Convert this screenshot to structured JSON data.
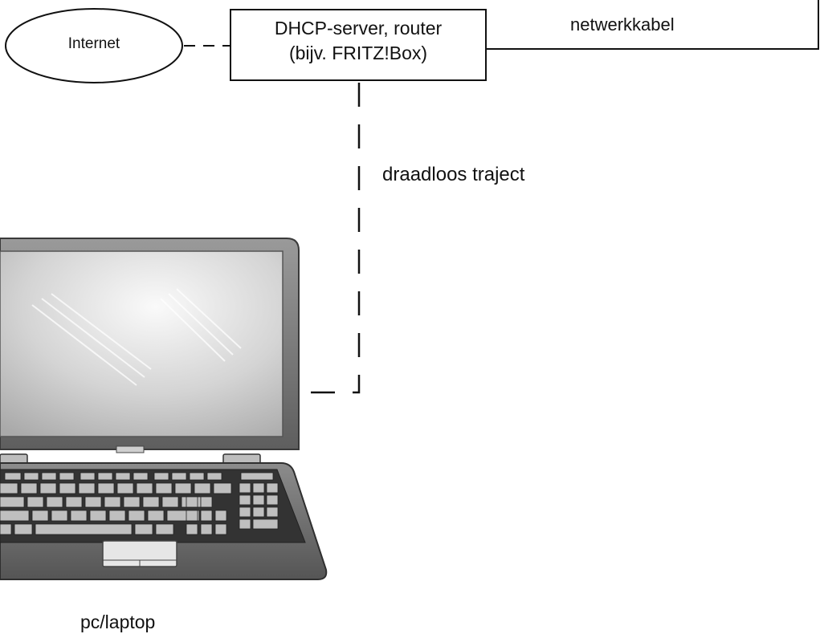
{
  "nodes": {
    "internet": {
      "label": "Internet"
    },
    "router": {
      "line1": "DHCP-server, router",
      "line2": "(bijv. FRITZ!Box)"
    },
    "laptop": {
      "label": "pc/laptop"
    }
  },
  "connections": {
    "cable": {
      "label": "netwerkkabel",
      "style": "solid"
    },
    "wireless": {
      "label": "draadloos traject",
      "style": "dashed"
    },
    "internet_link": {
      "style": "dashed"
    }
  },
  "colors": {
    "line": "#111111",
    "laptop_body": "#6b6b6b",
    "screen": "#d8d8d8"
  },
  "icons": [
    "laptop-icon"
  ]
}
